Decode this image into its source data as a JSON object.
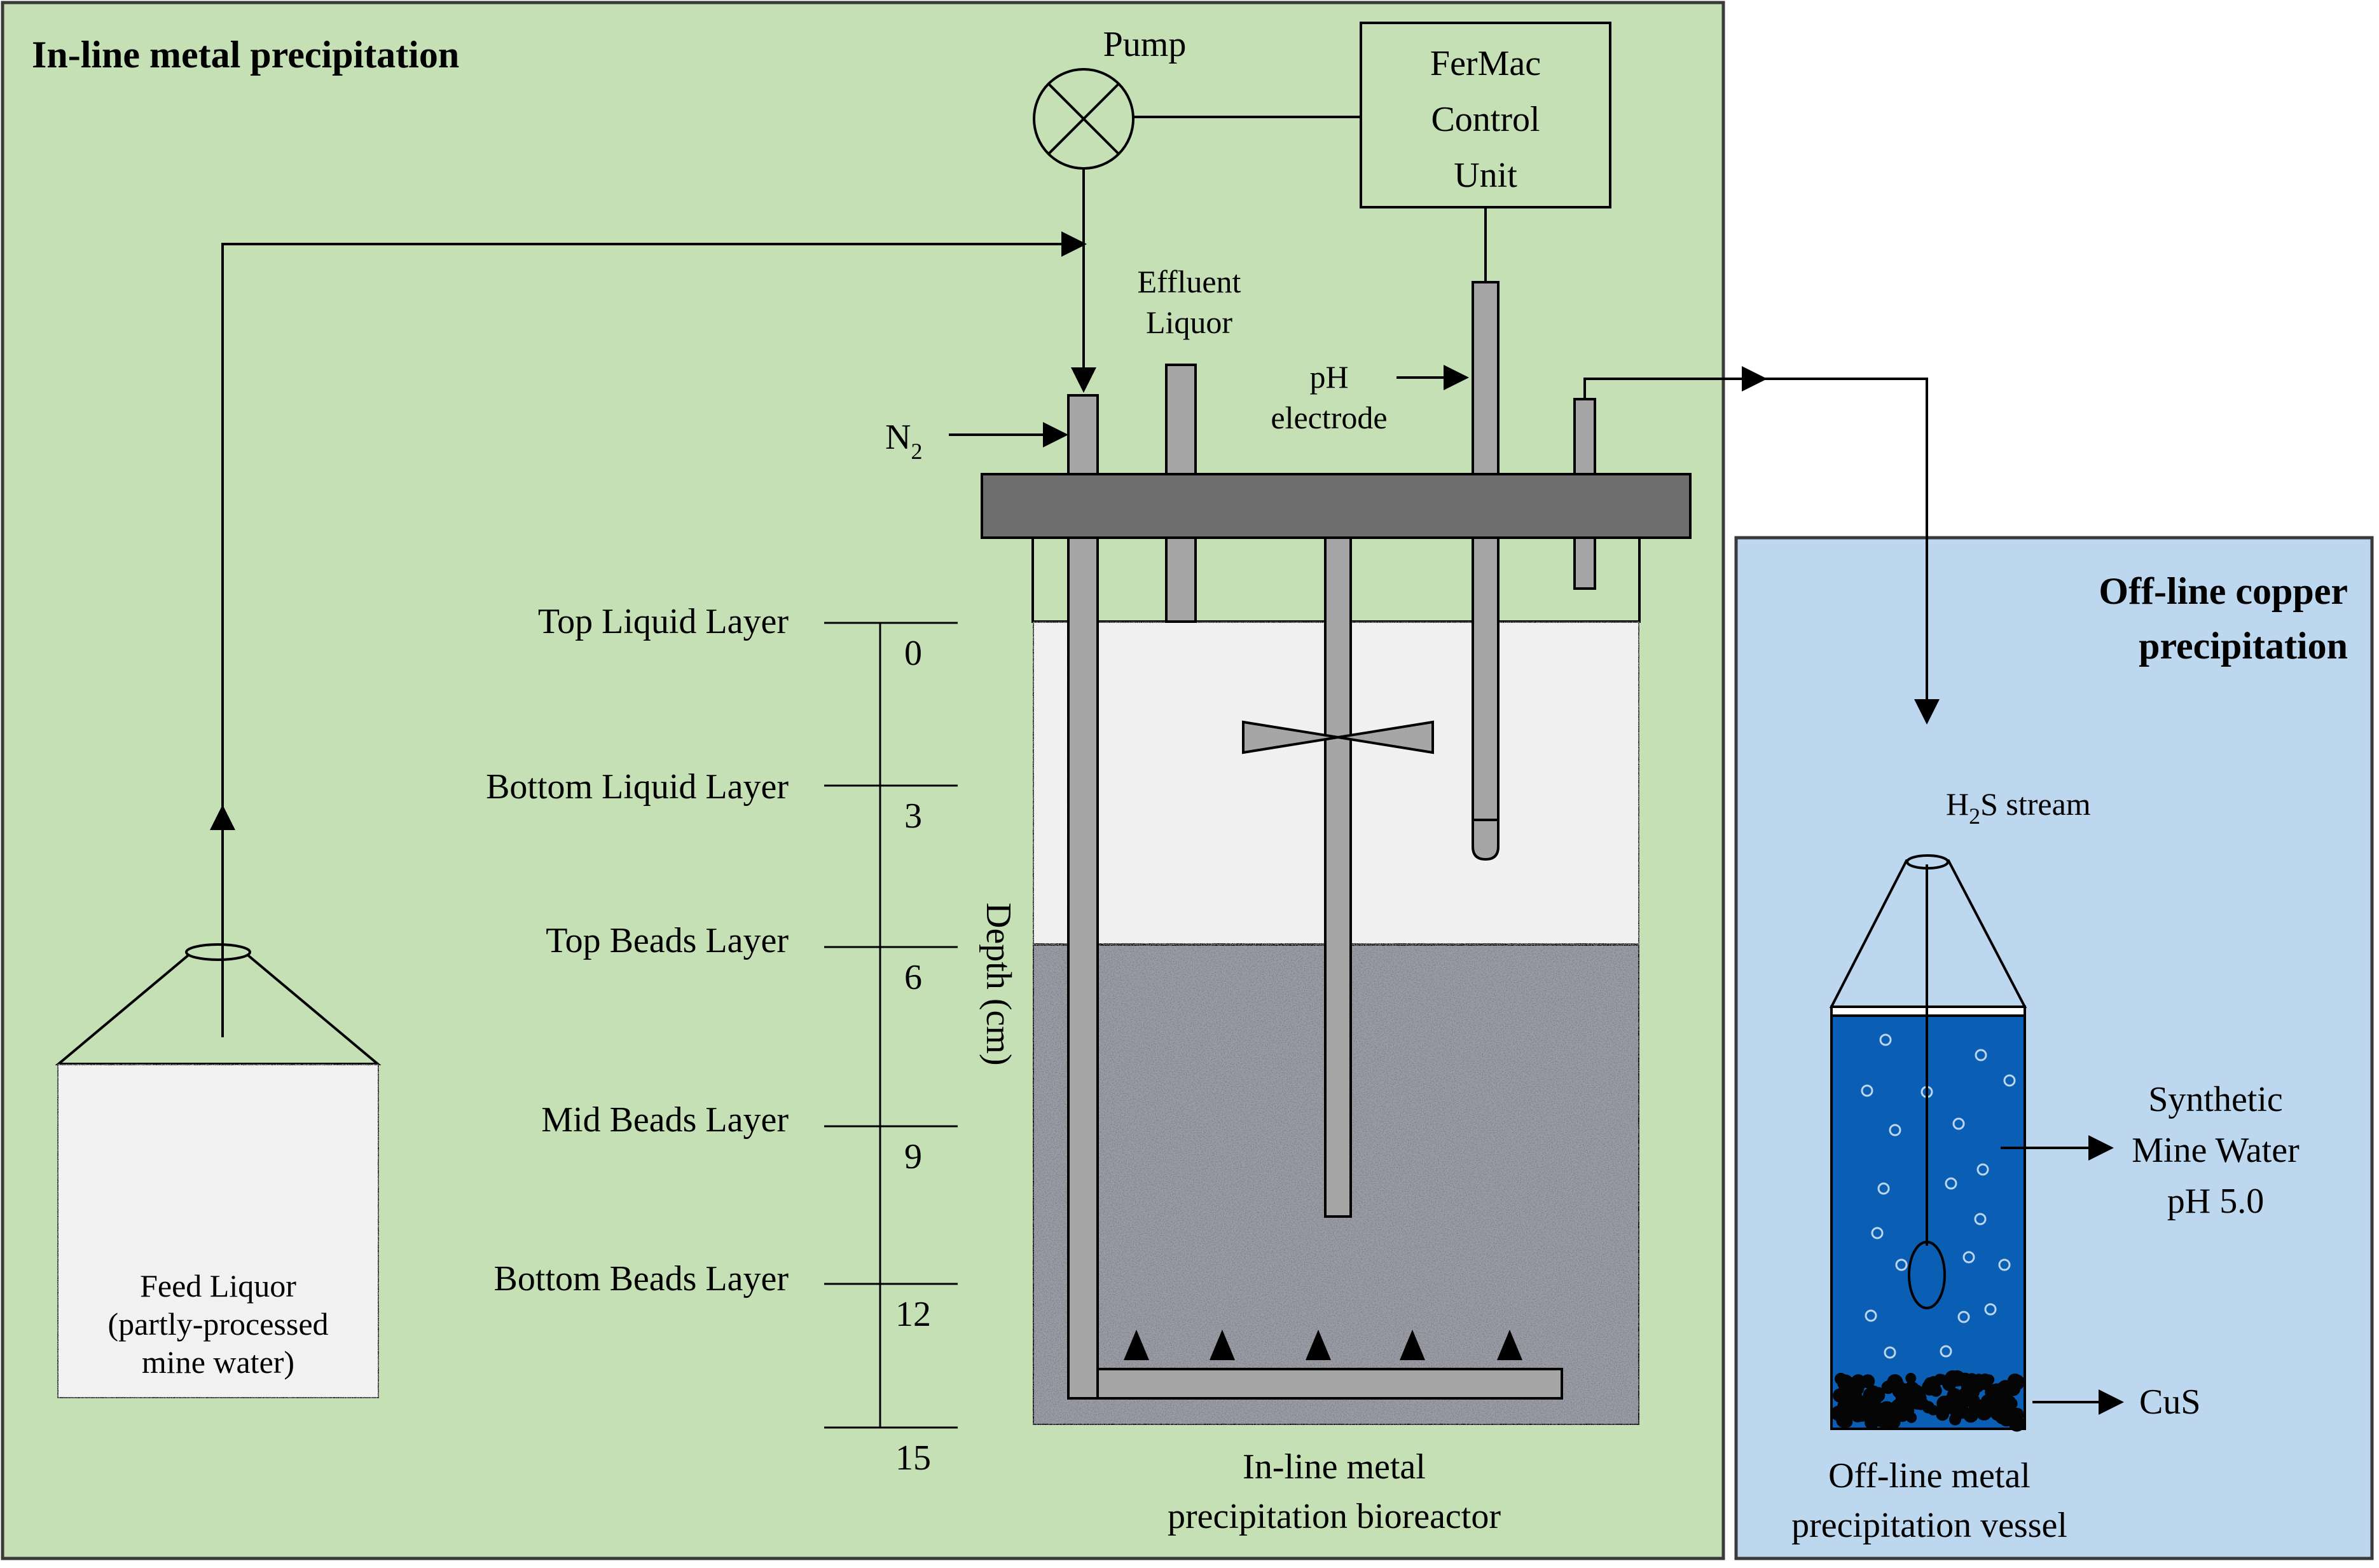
{
  "colors": {
    "inline_panel": "#c5e0b4",
    "offline_panel": "#bdd7ee",
    "reactor_rod": "#a6a6a6",
    "lid": "#6e6e6e",
    "vessel_water": "#0a5fb4",
    "beads": "#8a8c94",
    "liquid": "#efefef"
  },
  "inline_section": {
    "title": "In-line metal precipitation"
  },
  "offline_section": {
    "title_line1": "Off-line copper",
    "title_line2": "precipitation"
  },
  "pump": {
    "label": "Pump"
  },
  "control_unit": {
    "line1": "FerMac",
    "line2": "Control",
    "line3": "Unit"
  },
  "effluent": {
    "line1": "Effluent",
    "line2": "Liquor"
  },
  "ph_electrode": {
    "line1": "pH",
    "line2": "electrode"
  },
  "nitrogen": {
    "symbol": "N",
    "subscript": "2"
  },
  "feed": {
    "line1": "Feed Liquor",
    "line2": "(partly-processed",
    "line3": "mine water)"
  },
  "depth_axis": {
    "title": "Depth (cm)",
    "ticks": [
      "0",
      "3",
      "6",
      "9",
      "12",
      "15"
    ],
    "layers": [
      "Top Liquid Layer",
      "Bottom Liquid Layer",
      "Top Beads Layer",
      "Mid Beads Layer",
      "Bottom Beads Layer"
    ]
  },
  "bioreactor": {
    "line1": "In-line metal",
    "line2": "precipitation bioreactor"
  },
  "h2s": {
    "prefix": "H",
    "subscript": "2",
    "suffix": "S stream"
  },
  "synthetic_water": {
    "line1": "Synthetic",
    "line2": "Mine Water",
    "line3": "pH 5.0"
  },
  "cus": {
    "label": "CuS"
  },
  "offline_vessel": {
    "line1": "Off-line metal",
    "line2": "precipitation vessel"
  }
}
